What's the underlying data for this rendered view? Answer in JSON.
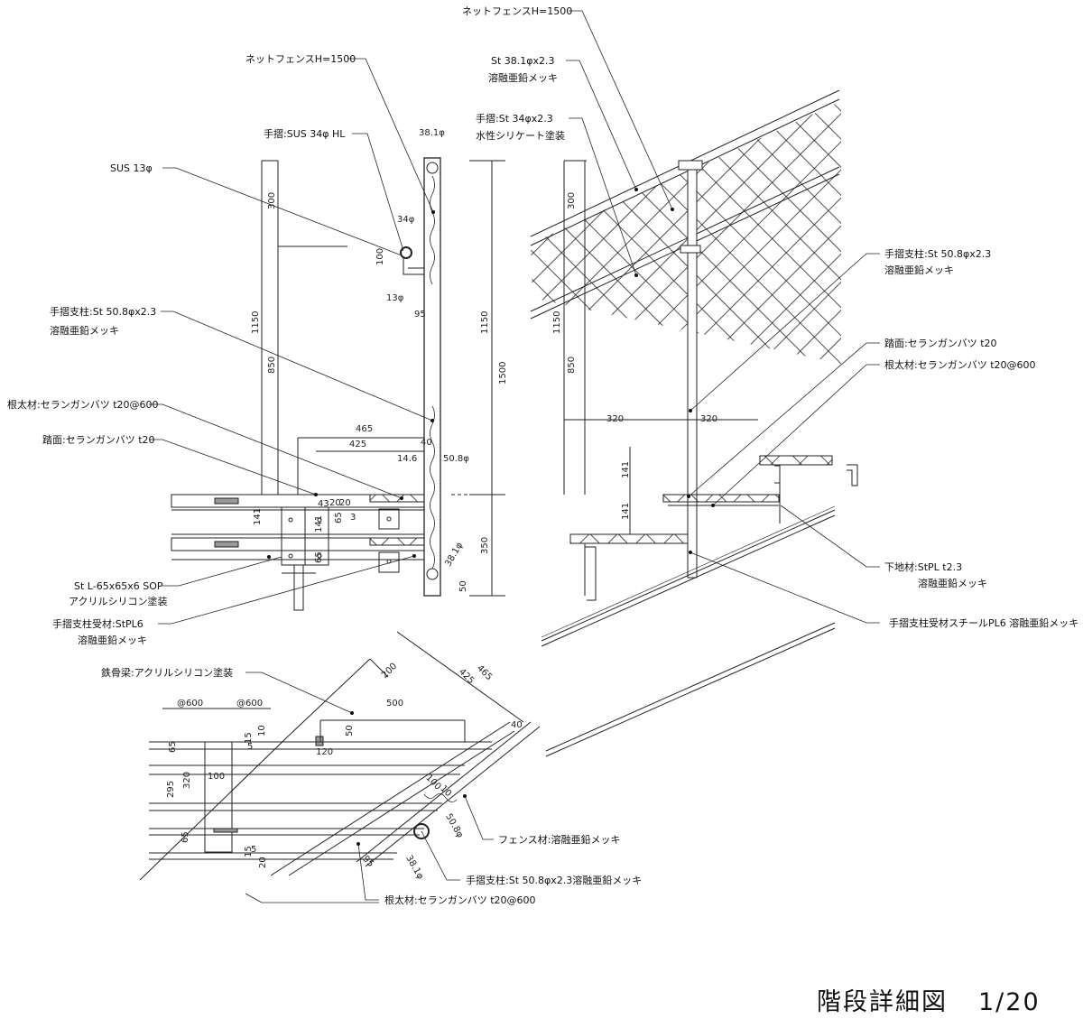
{
  "title": {
    "name": "階段詳細図",
    "scale": "1/20"
  },
  "labels": {
    "net_fence_h1500": "ネットフェンスH=1500",
    "st38": "St 38.1φx2.3",
    "galv": "溶融亜鉛メッキ",
    "handrail_st34": "手摺:St 34φx2.3",
    "water_silicate": "水性シリケート塗装",
    "handrail_sus": "手摺:SUS 34φ HL",
    "sus13": "SUS 13φ",
    "post_left": "手摺支柱:St 50.8φx2.3",
    "post_right": "手摺支柱:St 50.8φx2.3",
    "joist": "根太材:セランガンバツ t20@600",
    "tread": "踏面:セランガンバツ t20",
    "angle": "St L-65x65x6 SOP",
    "acrylic": "アクリルシリコン塗装",
    "post_plate": "手摺支柱受材:StPL6",
    "tread_r": "踏面:セランガンバツ t20",
    "joist_r": "根太材:セランガンバツ t20@600",
    "subbase": "下地材:StPL t2.3",
    "post_plate_r": "手摺支柱受材スチールPL6 溶融亜鉛メッキ",
    "steel_beam": "鉄骨梁:アクリルシリコン塗装",
    "fence_mat": "フェンス材:溶融亜鉛メッキ",
    "post_plan": "手摺支柱:St 50.8φx2.3溶融亜鉛メッキ",
    "joist_plan": "根太材:セランガンバツ t20@600"
  },
  "dims": {
    "d381": "38.1φ",
    "d34": "34φ",
    "d100": "100",
    "d13": "13φ",
    "d95": "95",
    "d300": "300",
    "d1150": "1150",
    "d850": "850",
    "d1500": "1500",
    "d465": "465",
    "d425": "425",
    "d40": "40",
    "d146": "14.6",
    "d508": "50.8φ",
    "d43": "43",
    "d20": "20",
    "d65": "65",
    "d141": "141",
    "d3": "3",
    "d350": "350",
    "d50": "50",
    "d320": "320",
    "d600": "@600",
    "d200": "200",
    "d500": "500",
    "d120": "120",
    "d10": "10",
    "d15": "15",
    "d5": "5",
    "d295": "295"
  }
}
